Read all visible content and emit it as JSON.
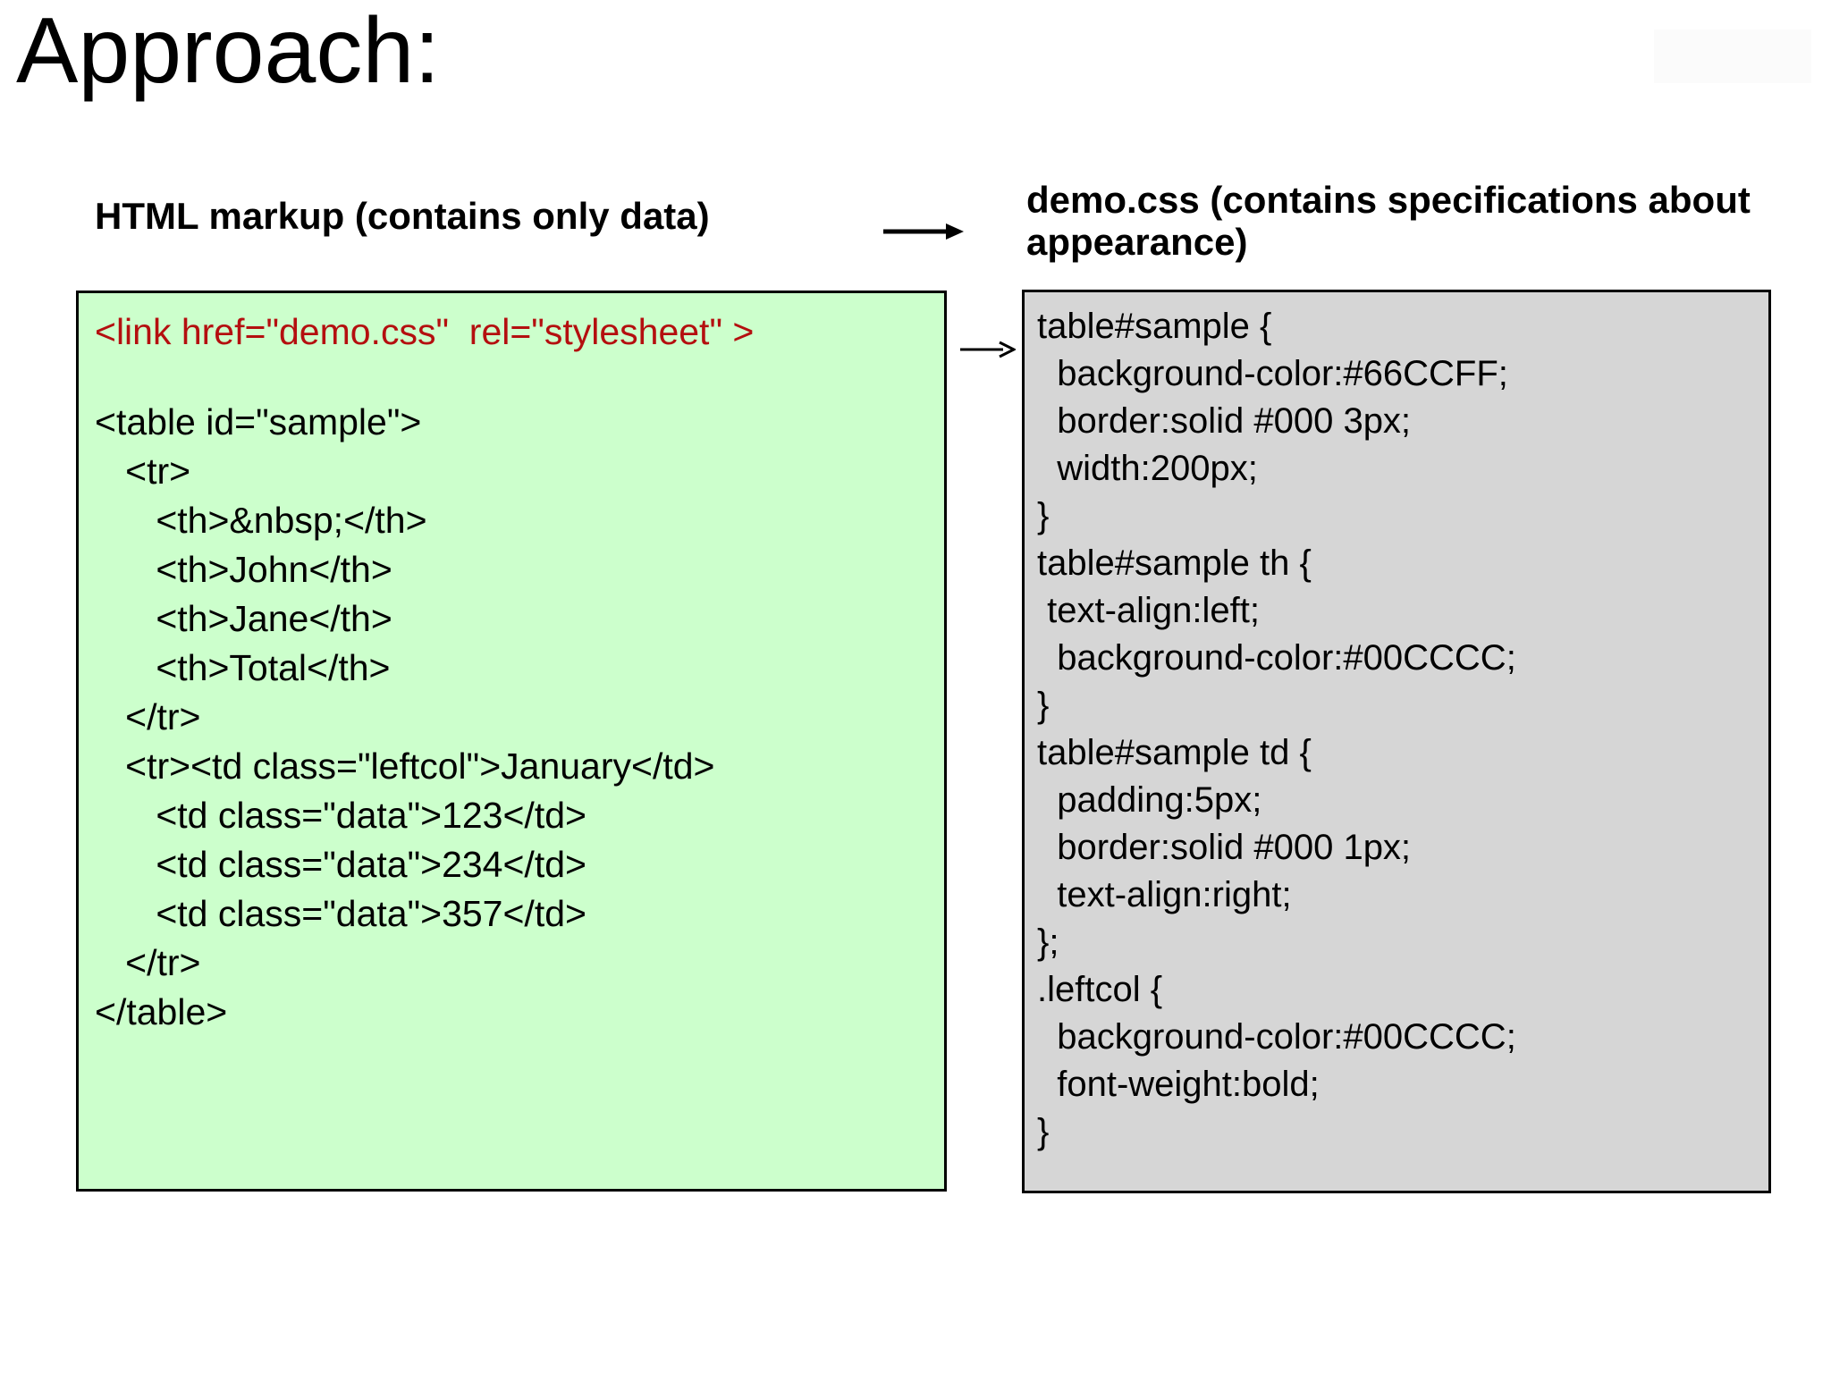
{
  "slide": {
    "title": "Approach:",
    "decorative_plate_color": "#fbfbfb",
    "background_color": "#ffffff"
  },
  "labels": {
    "html_markup": "HTML markup (contains only data)",
    "demo_css": "demo.css (contains specifications about appearance)"
  },
  "arrows": {
    "top_arrow_name": "arrow-html-to-css-label",
    "mid_arrow_name": "arrow-link-to-cssbox"
  },
  "html_box": {
    "background_color": "#ccffcc",
    "border_color": "#000000",
    "link_line": "<link href=\"demo.css\"  rel=\"stylesheet\" >",
    "link_color": "#b40f0f",
    "lines": [
      "<table id=\"sample\">",
      "   <tr>",
      "      <th>&nbsp;</th>",
      "      <th>John</th>",
      "      <th>Jane</th>",
      "      <th>Total</th>",
      "   </tr>",
      "   <tr><td class=\"leftcol\">January</td>",
      "      <td class=\"data\">123</td>",
      "      <td class=\"data\">234</td>",
      "      <td class=\"data\">357</td>",
      "   </tr>",
      "</table>"
    ]
  },
  "css_box": {
    "background_color": "#d6d6d6",
    "border_color": "#000000",
    "lines": [
      "table#sample {",
      "  background-color:#66CCFF;",
      "  border:solid #000 3px;",
      "  width:200px;",
      "}",
      "table#sample th {",
      " text-align:left;",
      "  background-color:#00CCCC;",
      "}",
      "table#sample td {",
      "  padding:5px;",
      "  border:solid #000 1px;",
      "  text-align:right;",
      "};",
      ".leftcol {",
      "  background-color:#00CCCC;",
      "  font-weight:bold;",
      "}"
    ]
  }
}
